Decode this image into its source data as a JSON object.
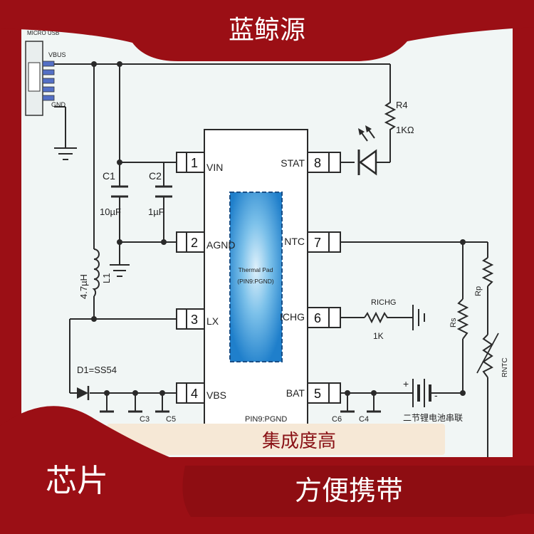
{
  "banner": {
    "brand": "蓝鲸源"
  },
  "tags": {
    "corner_label": "芯片",
    "feature_1": "集成度高",
    "feature_2": "方便携带"
  },
  "schematic": {
    "usb": {
      "label": "MICRO USB",
      "vbus": "VBUS",
      "gnd": "GND"
    },
    "chip": {
      "left_pins": [
        {
          "num": "1",
          "name": "VIN"
        },
        {
          "num": "2",
          "name": "AGND"
        },
        {
          "num": "3",
          "name": "LX"
        },
        {
          "num": "4",
          "name": "VBS"
        }
      ],
      "right_pins": [
        {
          "num": "8",
          "name": "STAT"
        },
        {
          "num": "7",
          "name": "NTC"
        },
        {
          "num": "6",
          "name": "ICHG"
        },
        {
          "num": "5",
          "name": "BAT"
        }
      ],
      "thermal_pad": [
        "Thermal Pad",
        "(PIN9:PGND)"
      ],
      "pin9": "PIN9:PGND"
    },
    "c1": {
      "name": "C1",
      "value": "10µF"
    },
    "c2": {
      "name": "C2",
      "value": "1µF"
    },
    "inductor": {
      "value": "4.7µH",
      "name": "L1"
    },
    "diode": "D1=SS54",
    "r4": {
      "name": "R4",
      "value": "1KΩ"
    },
    "richg": {
      "name": "RICHG",
      "value": "1K"
    },
    "caps_bottom": [
      "C3",
      "C5",
      "C6",
      "C4"
    ],
    "rntc": "RNTC",
    "rs": "Rs",
    "rp": "Rp",
    "battery_label": "二节锂电池串联",
    "battery_plus": "+",
    "battery_minus": "-"
  },
  "colors": {
    "background": "#9b0f15",
    "panel": "#f1f6f5",
    "tag_fill": "#f6e8d6",
    "thermal_pad": "#2f8fd6",
    "wire": "#2a2a2a"
  }
}
